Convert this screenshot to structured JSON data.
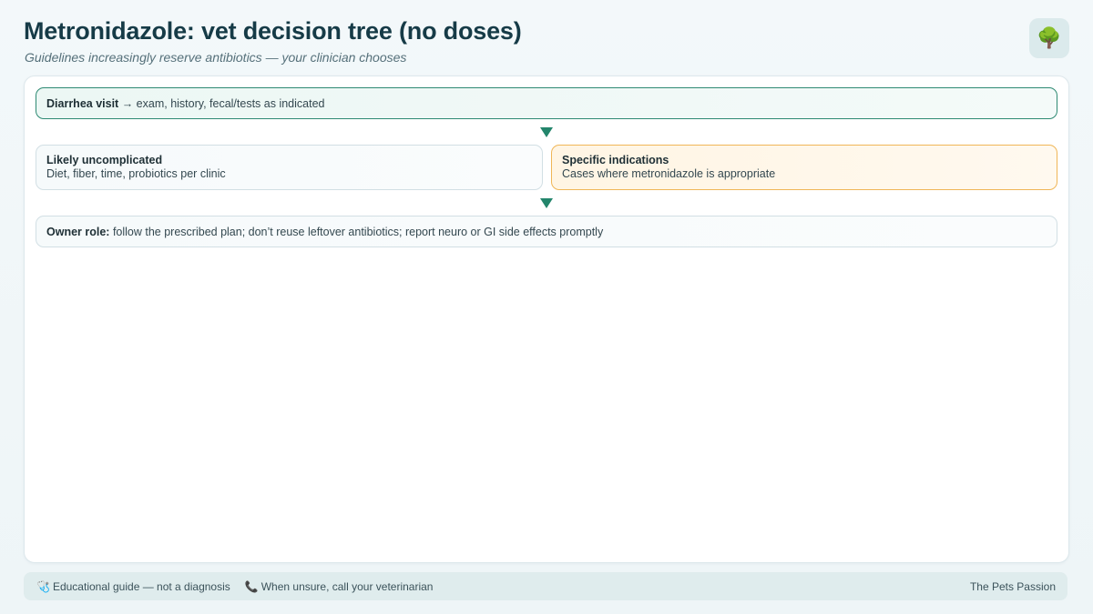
{
  "header": {
    "title": "Metronidazole: vet decision tree (no doses)",
    "subtitle": "Guidelines increasingly reserve antibiotics — your clinician chooses",
    "badge_icon": "🌳",
    "badge_icon_name": "tree-icon"
  },
  "tree": {
    "start": {
      "label": "Diarrhea visit",
      "text": "→ exam, history, fecal/tests as indicated"
    },
    "branches": [
      {
        "title": "Likely uncomplicated",
        "text": "Diet, fiber, time, probiotics per clinic"
      },
      {
        "title": "Specific indications",
        "text": "Cases where metronidazole is appropriate"
      }
    ],
    "owner": {
      "label": "Owner role:",
      "text": "follow the prescribed plan; don’t reuse leftover antibiotics; report neuro or GI side effects promptly"
    }
  },
  "footer": {
    "items": [
      {
        "icon": "🩺",
        "icon_name": "stethoscope-icon",
        "text": "Educational guide — not a diagnosis"
      },
      {
        "icon": "📞",
        "icon_name": "phone-icon",
        "text": "When unsure, call your veterinarian"
      }
    ],
    "brand": "The Pets Passion"
  },
  "colors": {
    "accent_green": "#23856b",
    "warning_orange": "#f0b657",
    "title_dark": "#163b47"
  }
}
